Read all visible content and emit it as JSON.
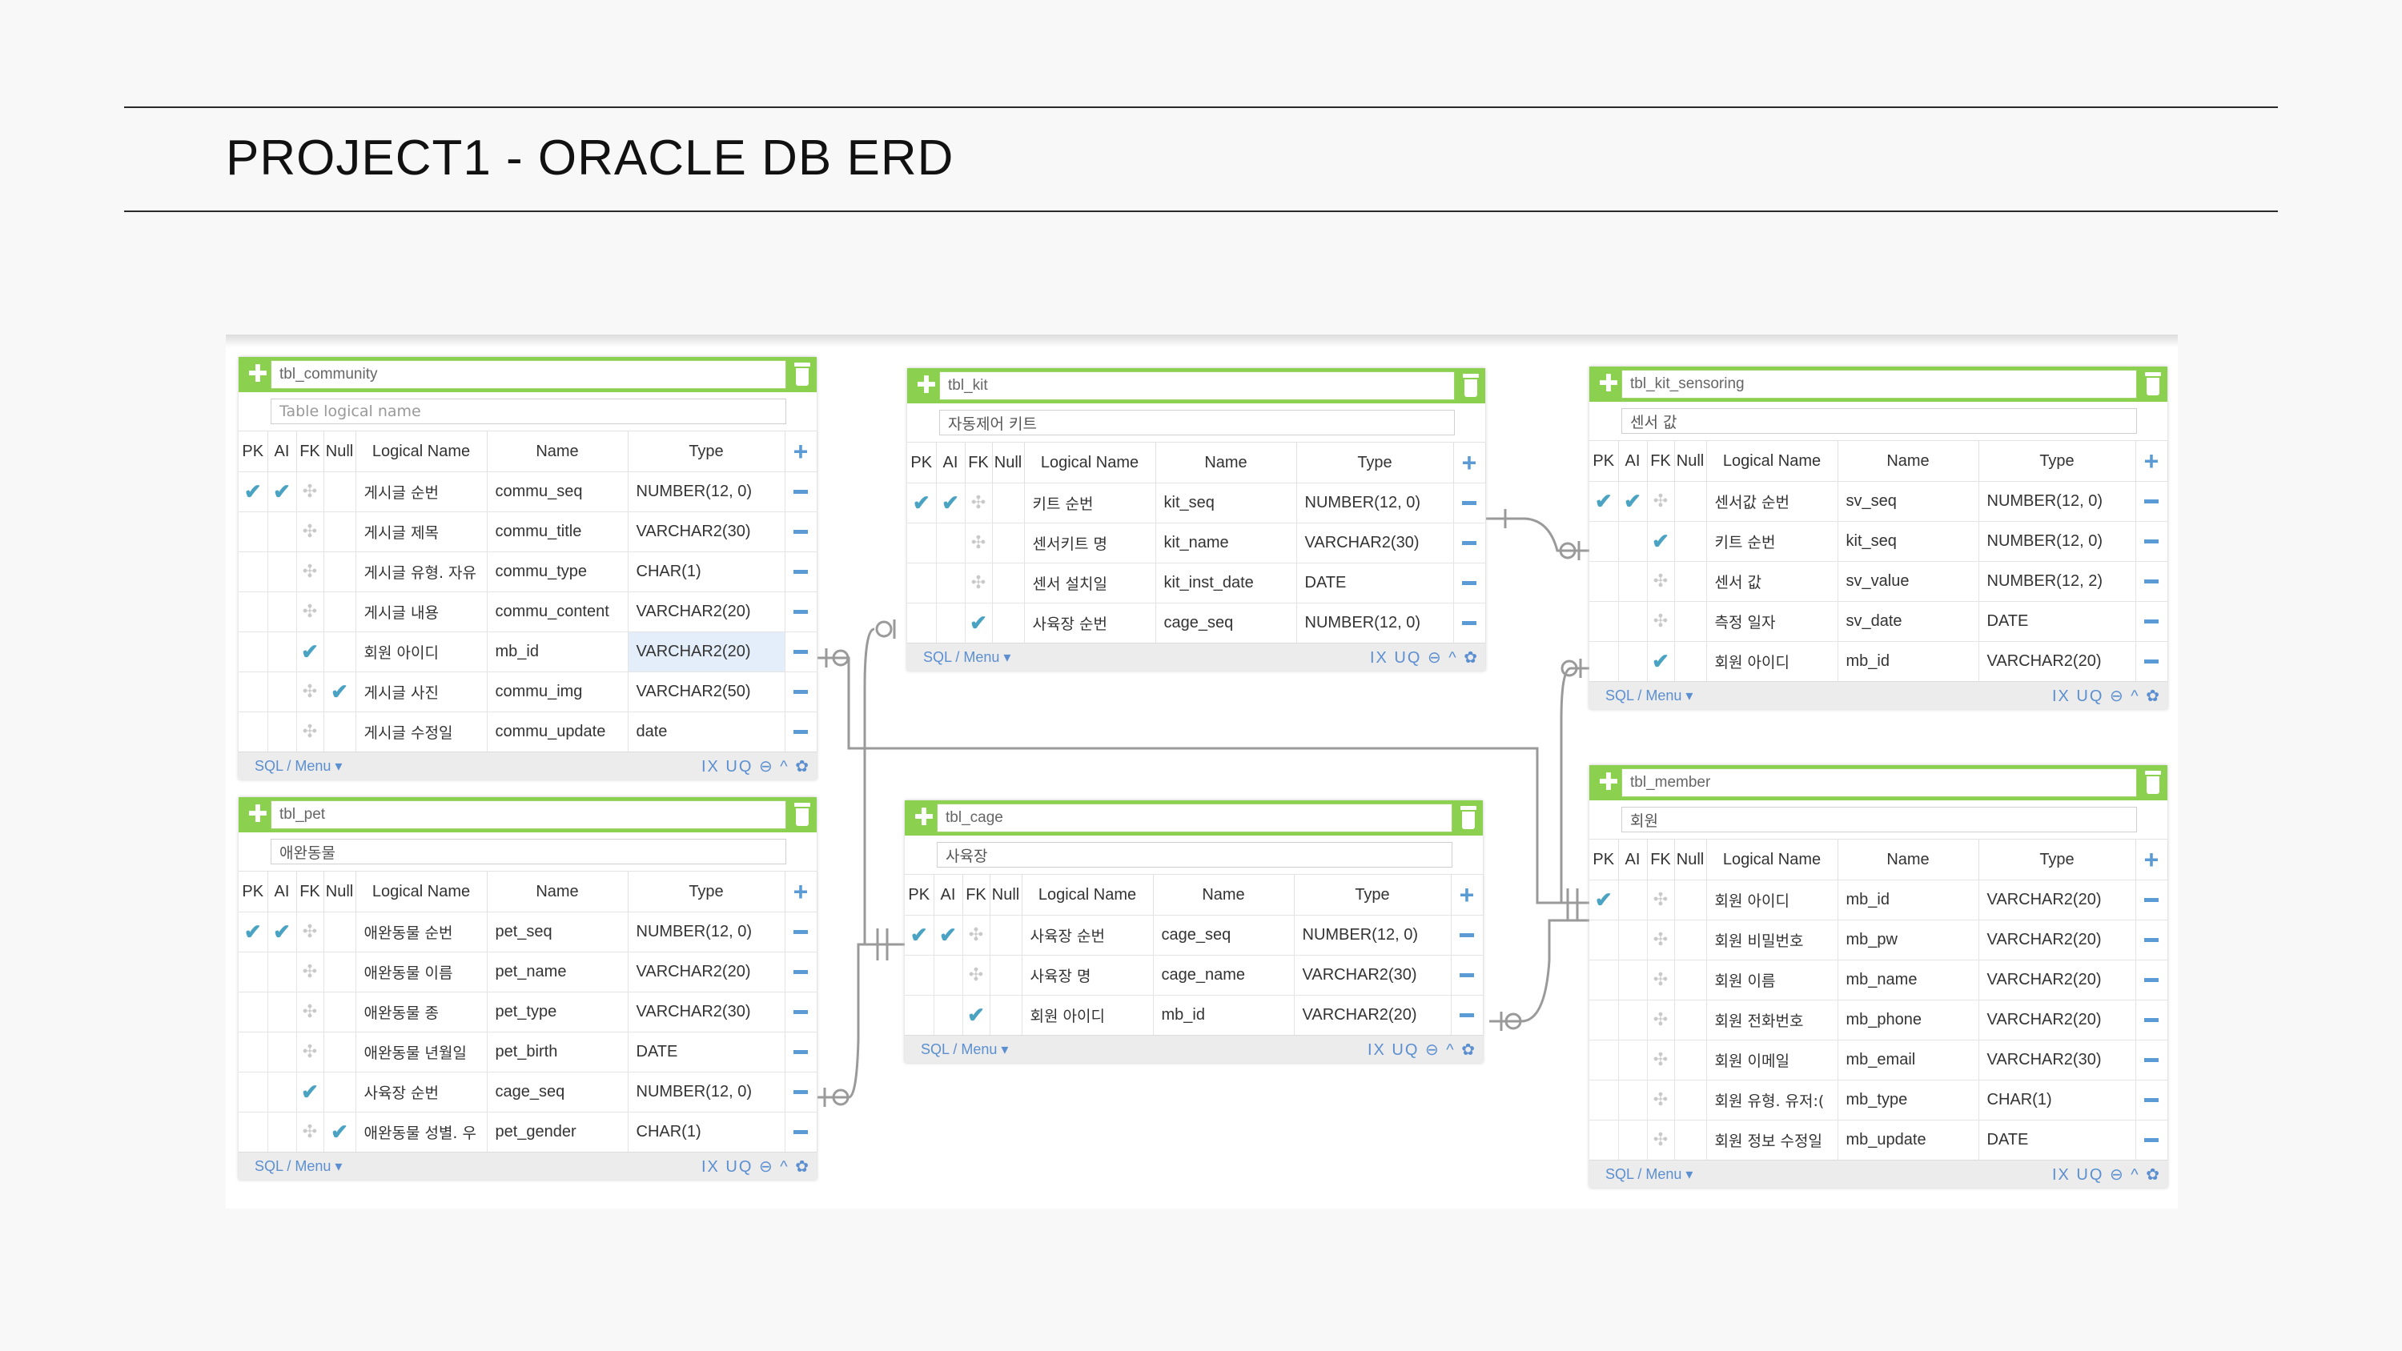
{
  "slide": {
    "title": "PROJECT1 - ORACLE DB ERD"
  },
  "columns_header": {
    "pk": "PK",
    "ai": "AI",
    "fk": "FK",
    "null": "Null",
    "logical": "Logical Name",
    "name": "Name",
    "type": "Type"
  },
  "footer": {
    "menu_label": "SQL / Menu ▾",
    "tool_labels": "IX UQ ⊖ ^ ✿"
  },
  "icons": {
    "move": "move-icon",
    "trash": "trash-icon",
    "add_column": "plus-icon",
    "remove_column": "minus-icon",
    "check": "check-icon",
    "fk_placeholder": "fk-crosshair-icon"
  },
  "colors": {
    "header_green": "#8bd04e",
    "accent_blue": "#5b9bd5",
    "check_teal": "#4aa3c2"
  },
  "tables": {
    "community": {
      "name": "tbl_community",
      "logical": "",
      "logical_placeholder": "Table logical name",
      "rows": [
        {
          "ln": "게시글 순번",
          "name": "commu_seq",
          "type": "NUMBER(12, 0)"
        },
        {
          "ln": "게시글 제목",
          "name": "commu_title",
          "type": "VARCHAR2(30)"
        },
        {
          "ln": "게시글 유형. 자유",
          "name": "commu_type",
          "type": "CHAR(1)"
        },
        {
          "ln": "게시글 내용",
          "name": "commu_content",
          "type": "VARCHAR2(20)"
        },
        {
          "ln": "회원 아이디",
          "name": "mb_id",
          "type": "VARCHAR2(20)"
        },
        {
          "ln": "게시글 사진",
          "name": "commu_img",
          "type": "VARCHAR2(50)"
        },
        {
          "ln": "게시글 수정일",
          "name": "commu_update",
          "type": "date"
        }
      ]
    },
    "pet": {
      "name": "tbl_pet",
      "logical": "애완동물",
      "rows": [
        {
          "ln": "애완동물 순번",
          "name": "pet_seq",
          "type": "NUMBER(12, 0)"
        },
        {
          "ln": "애완동물 이름",
          "name": "pet_name",
          "type": "VARCHAR2(20)"
        },
        {
          "ln": "애완동물 종",
          "name": "pet_type",
          "type": "VARCHAR2(30)"
        },
        {
          "ln": "애완동물 년월일",
          "name": "pet_birth",
          "type": "DATE"
        },
        {
          "ln": "사육장 순번",
          "name": "cage_seq",
          "type": "NUMBER(12, 0)"
        },
        {
          "ln": "애완동물 성별. 우",
          "name": "pet_gender",
          "type": "CHAR(1)"
        }
      ]
    },
    "kit": {
      "name": "tbl_kit",
      "logical": "자동제어 키트",
      "rows": [
        {
          "ln": "키트 순번",
          "name": "kit_seq",
          "type": "NUMBER(12, 0)"
        },
        {
          "ln": "센서키트 명",
          "name": "kit_name",
          "type": "VARCHAR2(30)"
        },
        {
          "ln": "센서 설치일",
          "name": "kit_inst_date",
          "type": "DATE"
        },
        {
          "ln": "사육장 순번",
          "name": "cage_seq",
          "type": "NUMBER(12, 0)"
        }
      ]
    },
    "cage": {
      "name": "tbl_cage",
      "logical": "사육장",
      "rows": [
        {
          "ln": "사육장 순번",
          "name": "cage_seq",
          "type": "NUMBER(12, 0)"
        },
        {
          "ln": "사육장 명",
          "name": "cage_name",
          "type": "VARCHAR2(30)"
        },
        {
          "ln": "회원 아이디",
          "name": "mb_id",
          "type": "VARCHAR2(20)"
        }
      ]
    },
    "sensoring": {
      "name": "tbl_kit_sensoring",
      "logical": "센서 값",
      "rows": [
        {
          "ln": "센서값 순번",
          "name": "sv_seq",
          "type": "NUMBER(12, 0)"
        },
        {
          "ln": "키트 순번",
          "name": "kit_seq",
          "type": "NUMBER(12, 0)"
        },
        {
          "ln": "센서 값",
          "name": "sv_value",
          "type": "NUMBER(12, 2)"
        },
        {
          "ln": "측정 일자",
          "name": "sv_date",
          "type": "DATE"
        },
        {
          "ln": "회원 아이디",
          "name": "mb_id",
          "type": "VARCHAR2(20)"
        }
      ]
    },
    "member": {
      "name": "tbl_member",
      "logical": "회원",
      "rows": [
        {
          "ln": "회원 아이디",
          "name": "mb_id",
          "type": "VARCHAR2(20)"
        },
        {
          "ln": "회원 비밀번호",
          "name": "mb_pw",
          "type": "VARCHAR2(20)"
        },
        {
          "ln": "회원 이름",
          "name": "mb_name",
          "type": "VARCHAR2(20)"
        },
        {
          "ln": "회원 전화번호",
          "name": "mb_phone",
          "type": "VARCHAR2(20)"
        },
        {
          "ln": "회원 이메일",
          "name": "mb_email",
          "type": "VARCHAR2(30)"
        },
        {
          "ln": "회원 유형. 유저:(",
          "name": "mb_type",
          "type": "CHAR(1)"
        },
        {
          "ln": "회원 정보 수정일",
          "name": "mb_update",
          "type": "DATE"
        }
      ]
    }
  }
}
